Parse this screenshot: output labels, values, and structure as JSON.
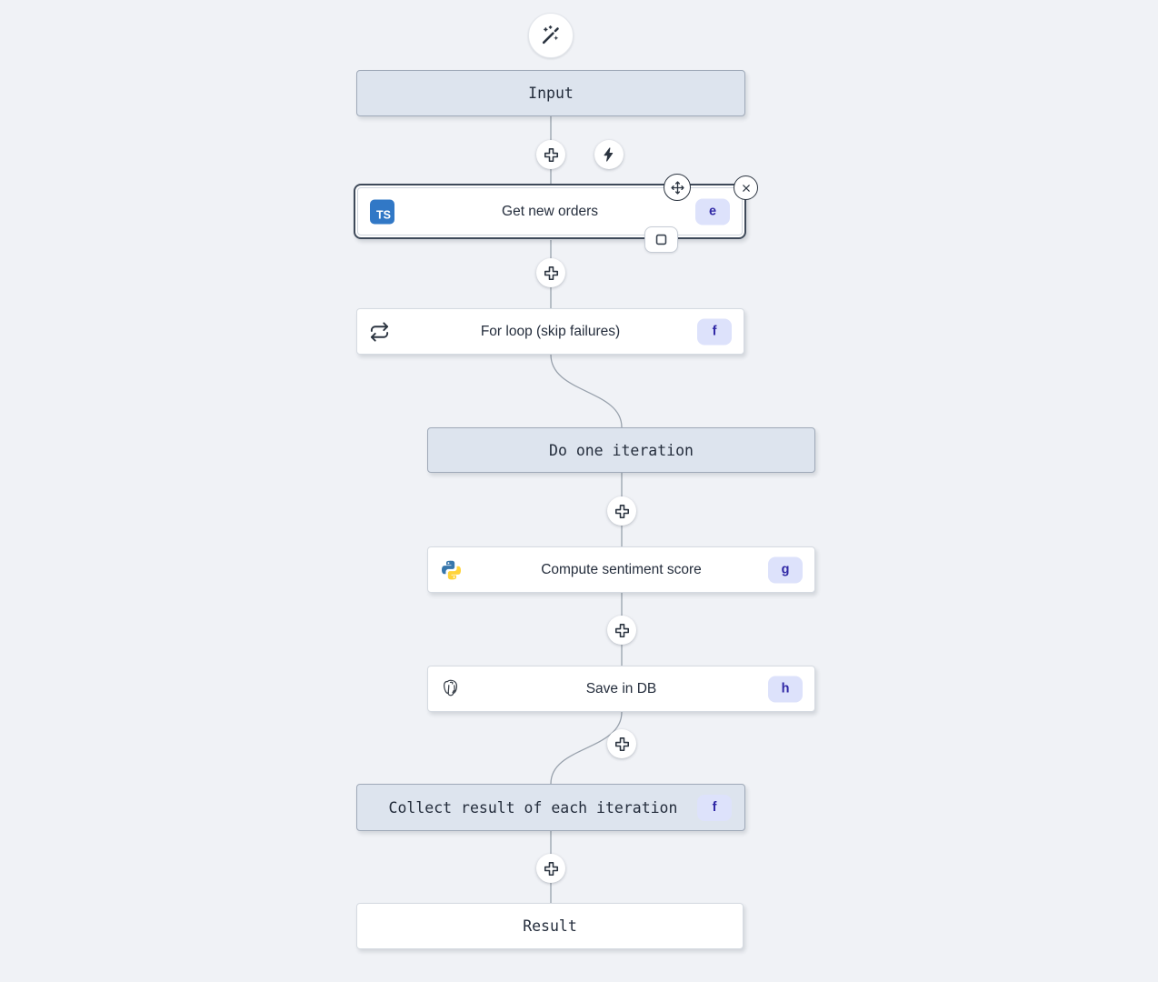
{
  "canvas": {
    "bg_color": "#f0f2f6",
    "edge_color": "#98a1ac"
  },
  "colors": {
    "virtual_node_bg": "#dde4ee",
    "virtual_node_border": "#9fa9b8",
    "node_bg": "#ffffff",
    "node_border": "#d5dae1",
    "selected_outline": "#3f4a5a",
    "badge_bg": "#dde2fb",
    "badge_text": "#2f27a5",
    "icon_dark": "#2b3440",
    "typescript_blue": "#3178c6",
    "python_blue": "#3776ab",
    "python_yellow": "#ffd43b"
  },
  "nodes": {
    "input": {
      "label": "Input"
    },
    "get_new_orders": {
      "label": "Get new orders",
      "badge": "e",
      "icon": "typescript",
      "icon_text": "TS",
      "selected": true
    },
    "for_loop": {
      "label": "For loop (skip failures)",
      "badge": "f",
      "icon": "repeat"
    },
    "do_one_iteration": {
      "label": "Do one iteration"
    },
    "compute_sentiment": {
      "label": "Compute sentiment score",
      "badge": "g",
      "icon": "python"
    },
    "save_in_db": {
      "label": "Save in DB",
      "badge": "h",
      "icon": "postgresql"
    },
    "collect_result": {
      "label": "Collect result of each iteration",
      "badge": "f"
    },
    "result": {
      "label": "Result"
    }
  }
}
